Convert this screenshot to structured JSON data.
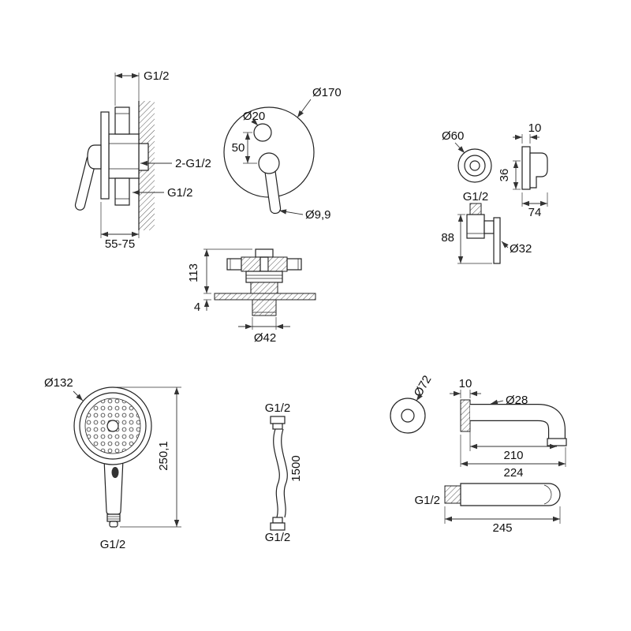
{
  "page": {
    "background": "#ffffff",
    "line_color": "#222222"
  },
  "figures": {
    "mixer_side": {
      "top_thread": "G1/2",
      "side_thread": "2-G1/2",
      "bottom_thread": "G1/2",
      "install_depth": "55-75"
    },
    "mixer_front": {
      "plate_diameter": "Ø170",
      "hole_diameter": "Ø20",
      "center_offset": "50",
      "lever_diameter": "Ø9,9"
    },
    "holder": {
      "flange_diameter": "Ø60",
      "thread": "G1/2",
      "plate_thickness": "10",
      "hook_height": "36",
      "depth": "74",
      "elbow_height": "88",
      "escutcheon_diameter": "Ø32"
    },
    "valve_body": {
      "height": "113",
      "plate_thickness": "4",
      "sleeve_diameter": "Ø42"
    },
    "hand_shower": {
      "head_diameter": "Ø132",
      "total_length": "250,1",
      "thread": "G1/2"
    },
    "hose": {
      "top_thread": "G1/2",
      "length": "1500",
      "bottom_thread": "G1/2"
    },
    "spout_upper": {
      "flange_diameter": "Ø72",
      "wall_plate": "10",
      "tube_diameter": "Ø28",
      "reach_center": "210",
      "reach_total": "224"
    },
    "spout_lower": {
      "thread": "G1/2",
      "reach": "245"
    }
  }
}
